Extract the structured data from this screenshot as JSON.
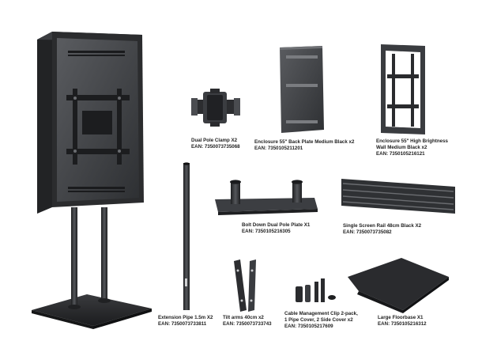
{
  "parts": [
    {
      "id": "dual-pole-clamp",
      "name": "Dual Pole Clamp X2",
      "ean": "EAN: 7350073735068"
    },
    {
      "id": "back-plate",
      "name": "Enclosure 55\" Back Plate Medium Black x2",
      "ean": "EAN: 7350105211201"
    },
    {
      "id": "high-brightness-wall",
      "name_line1": "Enclosure 55\" High Brightness",
      "name_line2": "Wall Medium Black x2",
      "ean": "EAN: 7350105216121"
    },
    {
      "id": "bolt-down-plate",
      "name": "Bolt Down Dual Pole Plate X1",
      "ean": "EAN: 7350105216305"
    },
    {
      "id": "screen-rail",
      "name": "Single Screen Rail 48cm Black X2",
      "ean": "EAN: 7350073735082"
    },
    {
      "id": "extension-pipe",
      "name": "Extension Pipe 1.5m  X2",
      "ean": "EAN: 7350073733811"
    },
    {
      "id": "tilt-arms",
      "name": "Tilt arms 40cm x2",
      "ean": "EAN: 7350073733743"
    },
    {
      "id": "cable-management",
      "name_line1": "Cable Management Clip 2-pack,",
      "name_line2": "1 Pipe Cover, 2 Side Cover x2",
      "ean": "EAN: 7350105217609"
    },
    {
      "id": "floorbase",
      "name": "Large Floorbase X1",
      "ean": "EAN: 7350105216312"
    }
  ],
  "colors": {
    "metal_dark": "#2b2c2e",
    "metal_mid": "#4a4c50",
    "metal_light": "#8a8c90",
    "caption": "#222222"
  }
}
